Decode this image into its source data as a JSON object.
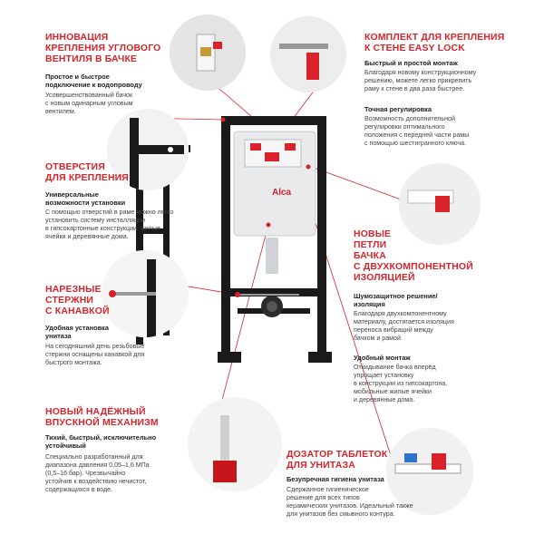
{
  "brand": {
    "logo_text": "Alca",
    "accent_color": "#d8232a",
    "frame_color": "#1a1a1a"
  },
  "sections": {
    "corner_valve": {
      "title": [
        "ИННОВАЦИЯ",
        "КРЕПЛЕНИЯ УГЛОВОГО",
        "ВЕНТИЛЯ В БАЧКЕ"
      ],
      "subtitle": [
        "Простое и быстрое",
        "подключение к водопроводу"
      ],
      "body": [
        "Усовершенствованный бачок",
        "с новым одинарным угловым",
        "вентилем."
      ]
    },
    "holes": {
      "title": [
        "ОТВЕРСТИЯ",
        "ДЛЯ КРЕПЛЕНИЯ"
      ],
      "subtitle": [
        "Универсальные",
        "возможности установки"
      ],
      "body": [
        "С помощью отверстий в раме можно легко",
        "установить систему инсталляции",
        "в гипсокартонные конструкции, жилые",
        "ячейки и деревянные дома."
      ]
    },
    "threaded_rods": {
      "title": [
        "НАРЕЗНЫЕ",
        "СТЕРЖНИ",
        "С КАНАВКОЙ"
      ],
      "subtitle": [
        "Удобная установка",
        "унитаза"
      ],
      "body": [
        "На сегодняшний день резьбовые",
        "стержни оснащены канавкой для",
        "быстрого монтажа."
      ]
    },
    "intake_valve": {
      "title": [
        "НОВЫЙ НАДЁЖНЫЙ",
        "ВПУСКНОЙ МЕХАНИЗМ"
      ],
      "subtitle": [
        "Тихий, быстрый, исключительно",
        "устойчивый"
      ],
      "body": [
        "Специально разработанный для",
        "диапазона давления 0,05–1,6 МПа",
        "(0,5–16 бар). Чрезвычайно",
        "устойчив к воздействию нечистот,",
        "содержащихся в воде."
      ]
    },
    "mount_kit": {
      "title": [
        "КОМПЛЕКТ ДЛЯ КРЕПЛЕНИЯ",
        "К СТЕНЕ EASY LOCK"
      ],
      "sub1": [
        "Быстрый и простой монтаж"
      ],
      "body1": [
        "Благодаря новому конструкционному",
        "решению, можете легко прикрепить",
        "раму к стене в два раза быстрее."
      ],
      "sub2": [
        "Точная регулировка"
      ],
      "body2": [
        "Возможность дополнительной",
        "регулировки оптимального",
        "положения с передней части рамы",
        "с помощью шестигранного ключа."
      ]
    },
    "tank_loops": {
      "title": [
        "НОВЫЕ",
        "ПЕТЛИ",
        "БАЧКА",
        "С ДВУХКОМПОНЕНТНОЙ",
        "ИЗОЛЯЦИЕЙ"
      ],
      "sub1": [
        "Шумозащитное решение/",
        "изоляция"
      ],
      "body1": [
        "Благодаря двухкомпонентному",
        "материалу, достигается изоляция",
        "переноса вибраций между",
        "бачком и рамой."
      ],
      "sub2": [
        "Удобный монтаж"
      ],
      "body2": [
        "Откидывание бачка вперёд",
        "упрощает установку",
        "в конструкции из гипсокартона,",
        "мобильные жилые ячейки",
        "и деревянные дома."
      ]
    },
    "tablet_dispenser": {
      "title": [
        "ДОЗАТОР ТАБЛЕТОК",
        "ДЛЯ УНИТАЗА"
      ],
      "subtitle": [
        "Безупречная гигиена унитаза"
      ],
      "body": [
        "Сдержанное гигиеническое",
        "решение для всех типов",
        "керамических унитазов. Идеальный также",
        "для унитазов без смывного контура."
      ]
    }
  }
}
